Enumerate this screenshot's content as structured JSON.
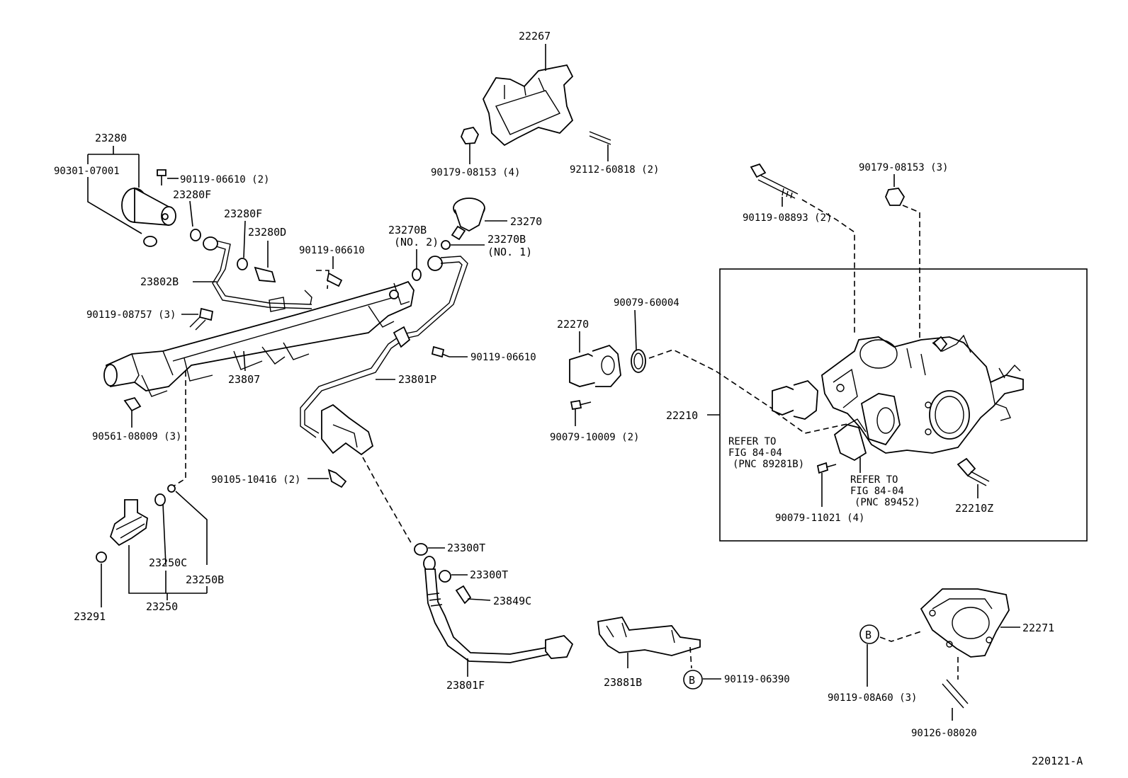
{
  "diagram_id": "220121-A",
  "labels": {
    "p22267": "22267",
    "p23280": "23280",
    "p90301_07001": "90301-07001",
    "p90119_06610_2": "90119-06610 (2)",
    "p23280F_a": "23280F",
    "p23280F_b": "23280F",
    "p23280D": "23280D",
    "p90119_06610_a": "90119-06610",
    "p23802B": "23802B",
    "p90119_08757_3": "90119-08757 (3)",
    "p23807": "23807",
    "p90561_08009_3": "90561-08009 (3)",
    "p90179_08153_4": "90179-08153 (4)",
    "p92112_60818_2": "92112-60818 (2)",
    "p23270": "23270",
    "p23270B_no2": "23270B",
    "p23270B_no2_sub": "(NO. 2)",
    "p23270B_no1": "23270B",
    "p23270B_no1_sub": "(NO. 1)",
    "p90119_06610_b": "90119-06610",
    "p23801P": "23801P",
    "p90105_10416_2": "90105-10416 (2)",
    "p23250C": "23250C",
    "p23250B": "23250B",
    "p23250": "23250",
    "p23291": "23291",
    "p23300T_a": "23300T",
    "p23300T_b": "23300T",
    "p23849C": "23849C",
    "p23801F": "23801F",
    "p23881B": "23881B",
    "p90119_06390": "90119-06390",
    "p22270": "22270",
    "p90079_60004": "90079-60004",
    "p90079_10009_2": "90079-10009 (2)",
    "p90119_08893_2": "90119-08893 (2)",
    "p90179_08153_3": "90179-08153 (3)",
    "p22210": "22210",
    "p22210Z": "22210Z",
    "p90079_11021_4": "90079-11021 (4)",
    "ref1_l1": "REFER TO",
    "ref1_l2": "FIG 84-04",
    "ref1_l3": "(PNC 89281B)",
    "ref2_l1": "REFER TO",
    "ref2_l2": "FIG 84-04",
    "ref2_l3": "(PNC 89452)",
    "p22271": "22271",
    "p90119_08A60_3": "90119-08A60 (3)",
    "p90126_08020": "90126-08020",
    "circle_b1": "B",
    "circle_b2": "B"
  }
}
